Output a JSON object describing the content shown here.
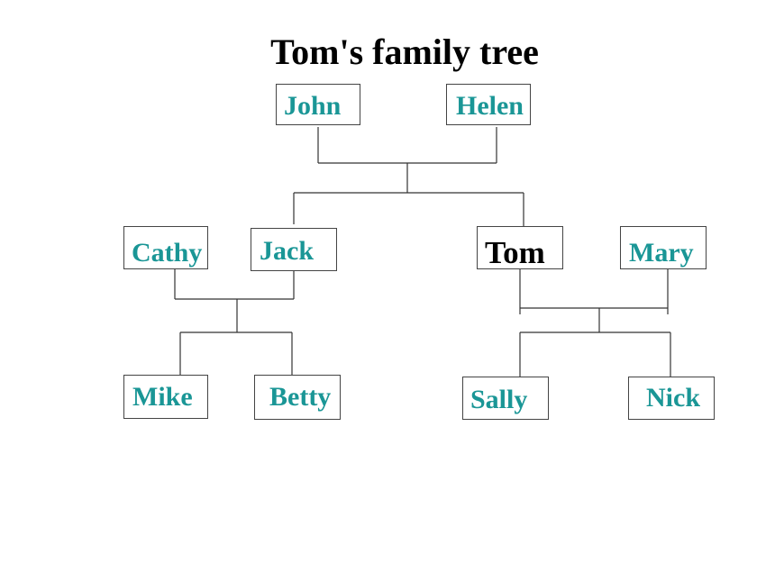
{
  "title": "Tom's family tree",
  "people": {
    "john": "John",
    "helen": "Helen",
    "cathy": "Cathy",
    "jack": "Jack",
    "tom": "Tom",
    "mary": "Mary",
    "mike": "Mike",
    "betty": "Betty",
    "sally": "Sally",
    "nick": "Nick"
  },
  "colors": {
    "name_text": "#1a9696",
    "focus_text": "#000000",
    "lines": "#333333"
  }
}
